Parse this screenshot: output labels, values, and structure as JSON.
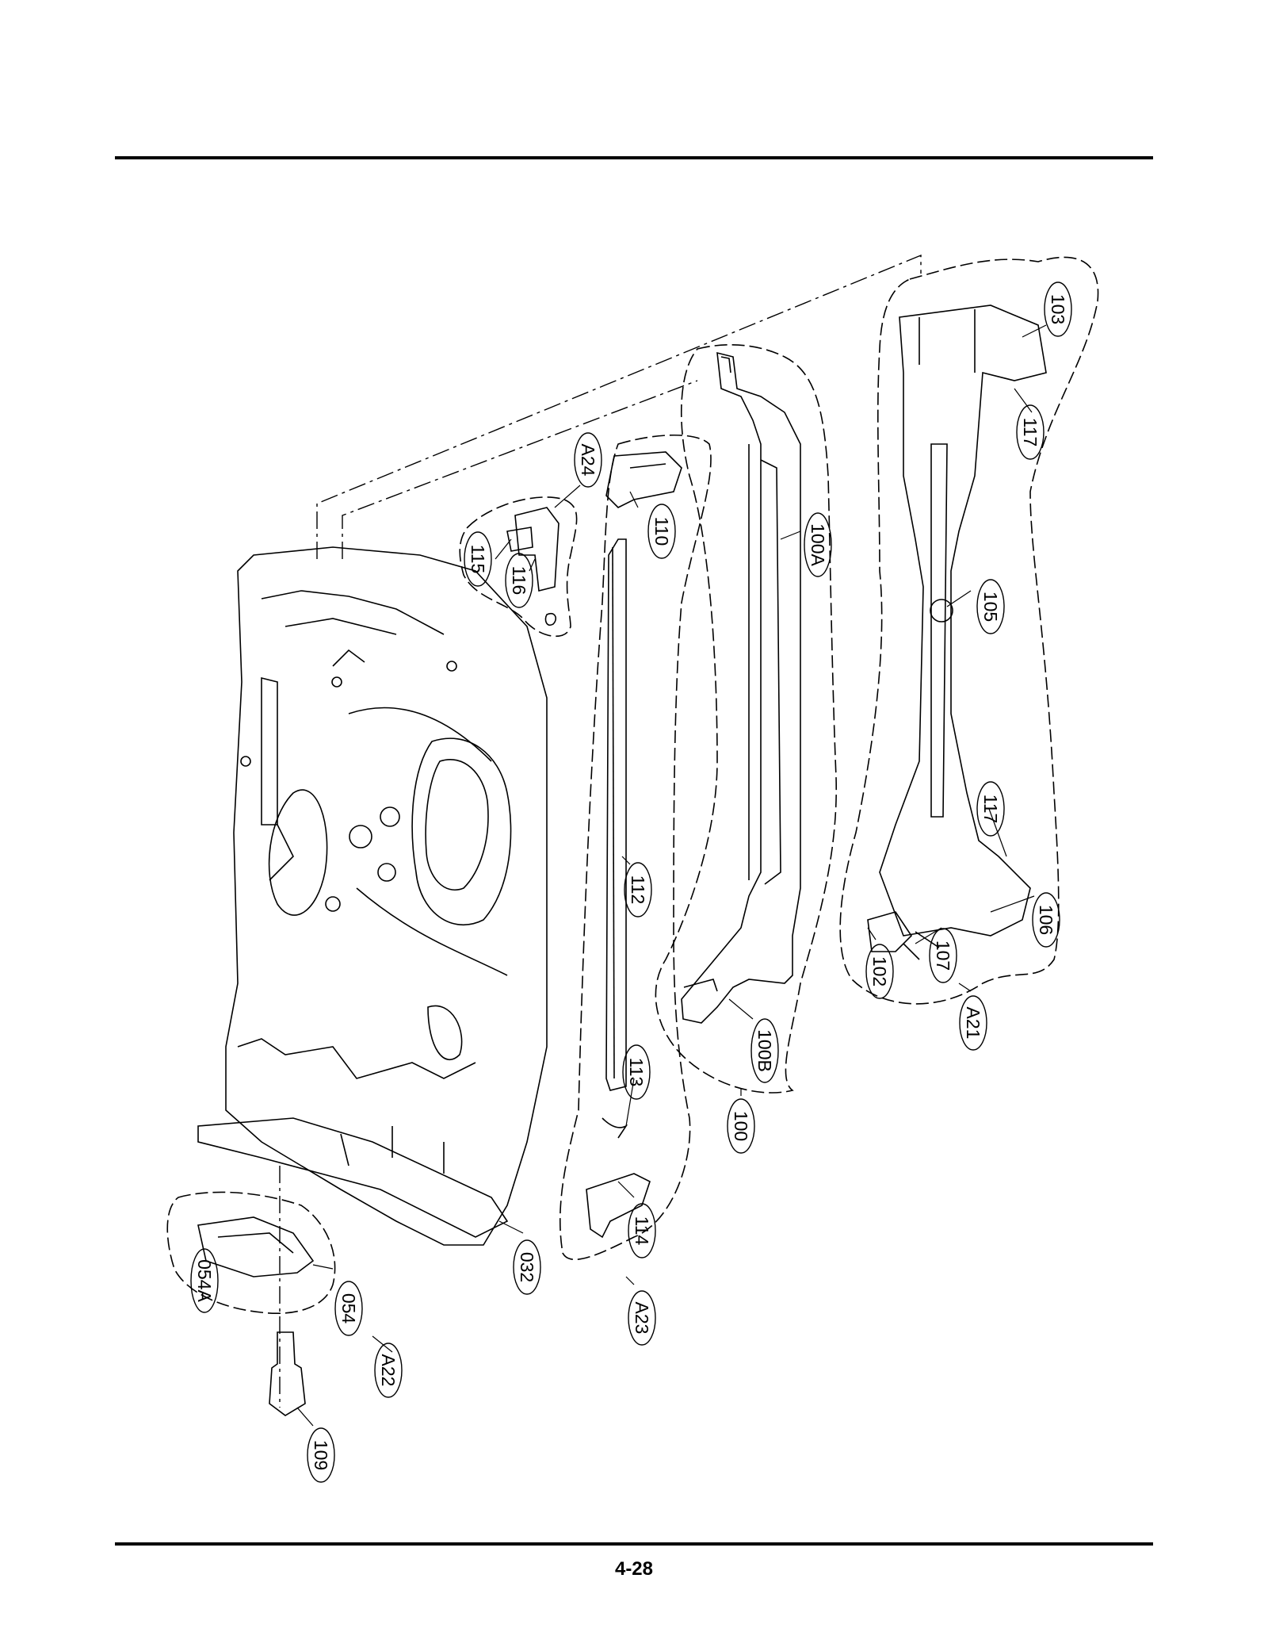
{
  "page": {
    "number": "4-28"
  },
  "diagram": {
    "type": "exploded-parts-diagram",
    "callouts": [
      {
        "id": "103",
        "label": "103"
      },
      {
        "id": "117a",
        "label": "117"
      },
      {
        "id": "105",
        "label": "105"
      },
      {
        "id": "117b",
        "label": "117"
      },
      {
        "id": "106",
        "label": "106"
      },
      {
        "id": "107",
        "label": "107"
      },
      {
        "id": "102",
        "label": "102"
      },
      {
        "id": "A21",
        "label": "A21"
      },
      {
        "id": "100A",
        "label": "100A"
      },
      {
        "id": "100B",
        "label": "100B"
      },
      {
        "id": "100",
        "label": "100"
      },
      {
        "id": "A24",
        "label": "A24"
      },
      {
        "id": "110",
        "label": "110"
      },
      {
        "id": "115",
        "label": "115"
      },
      {
        "id": "116",
        "label": "116"
      },
      {
        "id": "112",
        "label": "112"
      },
      {
        "id": "113",
        "label": "113"
      },
      {
        "id": "114",
        "label": "114"
      },
      {
        "id": "A23",
        "label": "A23"
      },
      {
        "id": "032",
        "label": "032"
      },
      {
        "id": "054A",
        "label": "054A"
      },
      {
        "id": "054",
        "label": "054"
      },
      {
        "id": "A22",
        "label": "A22"
      },
      {
        "id": "109",
        "label": "109"
      }
    ]
  }
}
